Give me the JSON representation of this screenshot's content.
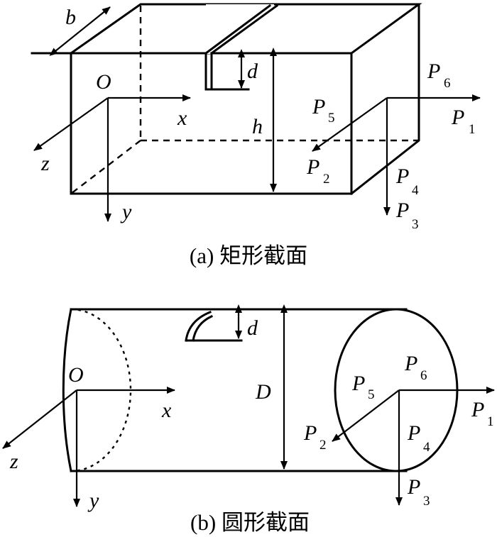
{
  "diagram_a": {
    "caption": "(a) 矩形截面",
    "labels": {
      "b": "b",
      "d": "d",
      "h": "h",
      "O": "O",
      "x": "x",
      "y": "y",
      "z": "z",
      "P": "P",
      "sub1": "1",
      "sub2": "2",
      "sub3": "3",
      "sub4": "4",
      "sub5": "5",
      "sub6": "6"
    }
  },
  "diagram_b": {
    "caption": "(b) 圆形截面",
    "labels": {
      "d": "d",
      "D": "D",
      "O": "O",
      "x": "x",
      "y": "y",
      "z": "z",
      "P": "P",
      "sub1": "1",
      "sub2": "2",
      "sub3": "3",
      "sub4": "4",
      "sub5": "5",
      "sub6": "6"
    }
  }
}
